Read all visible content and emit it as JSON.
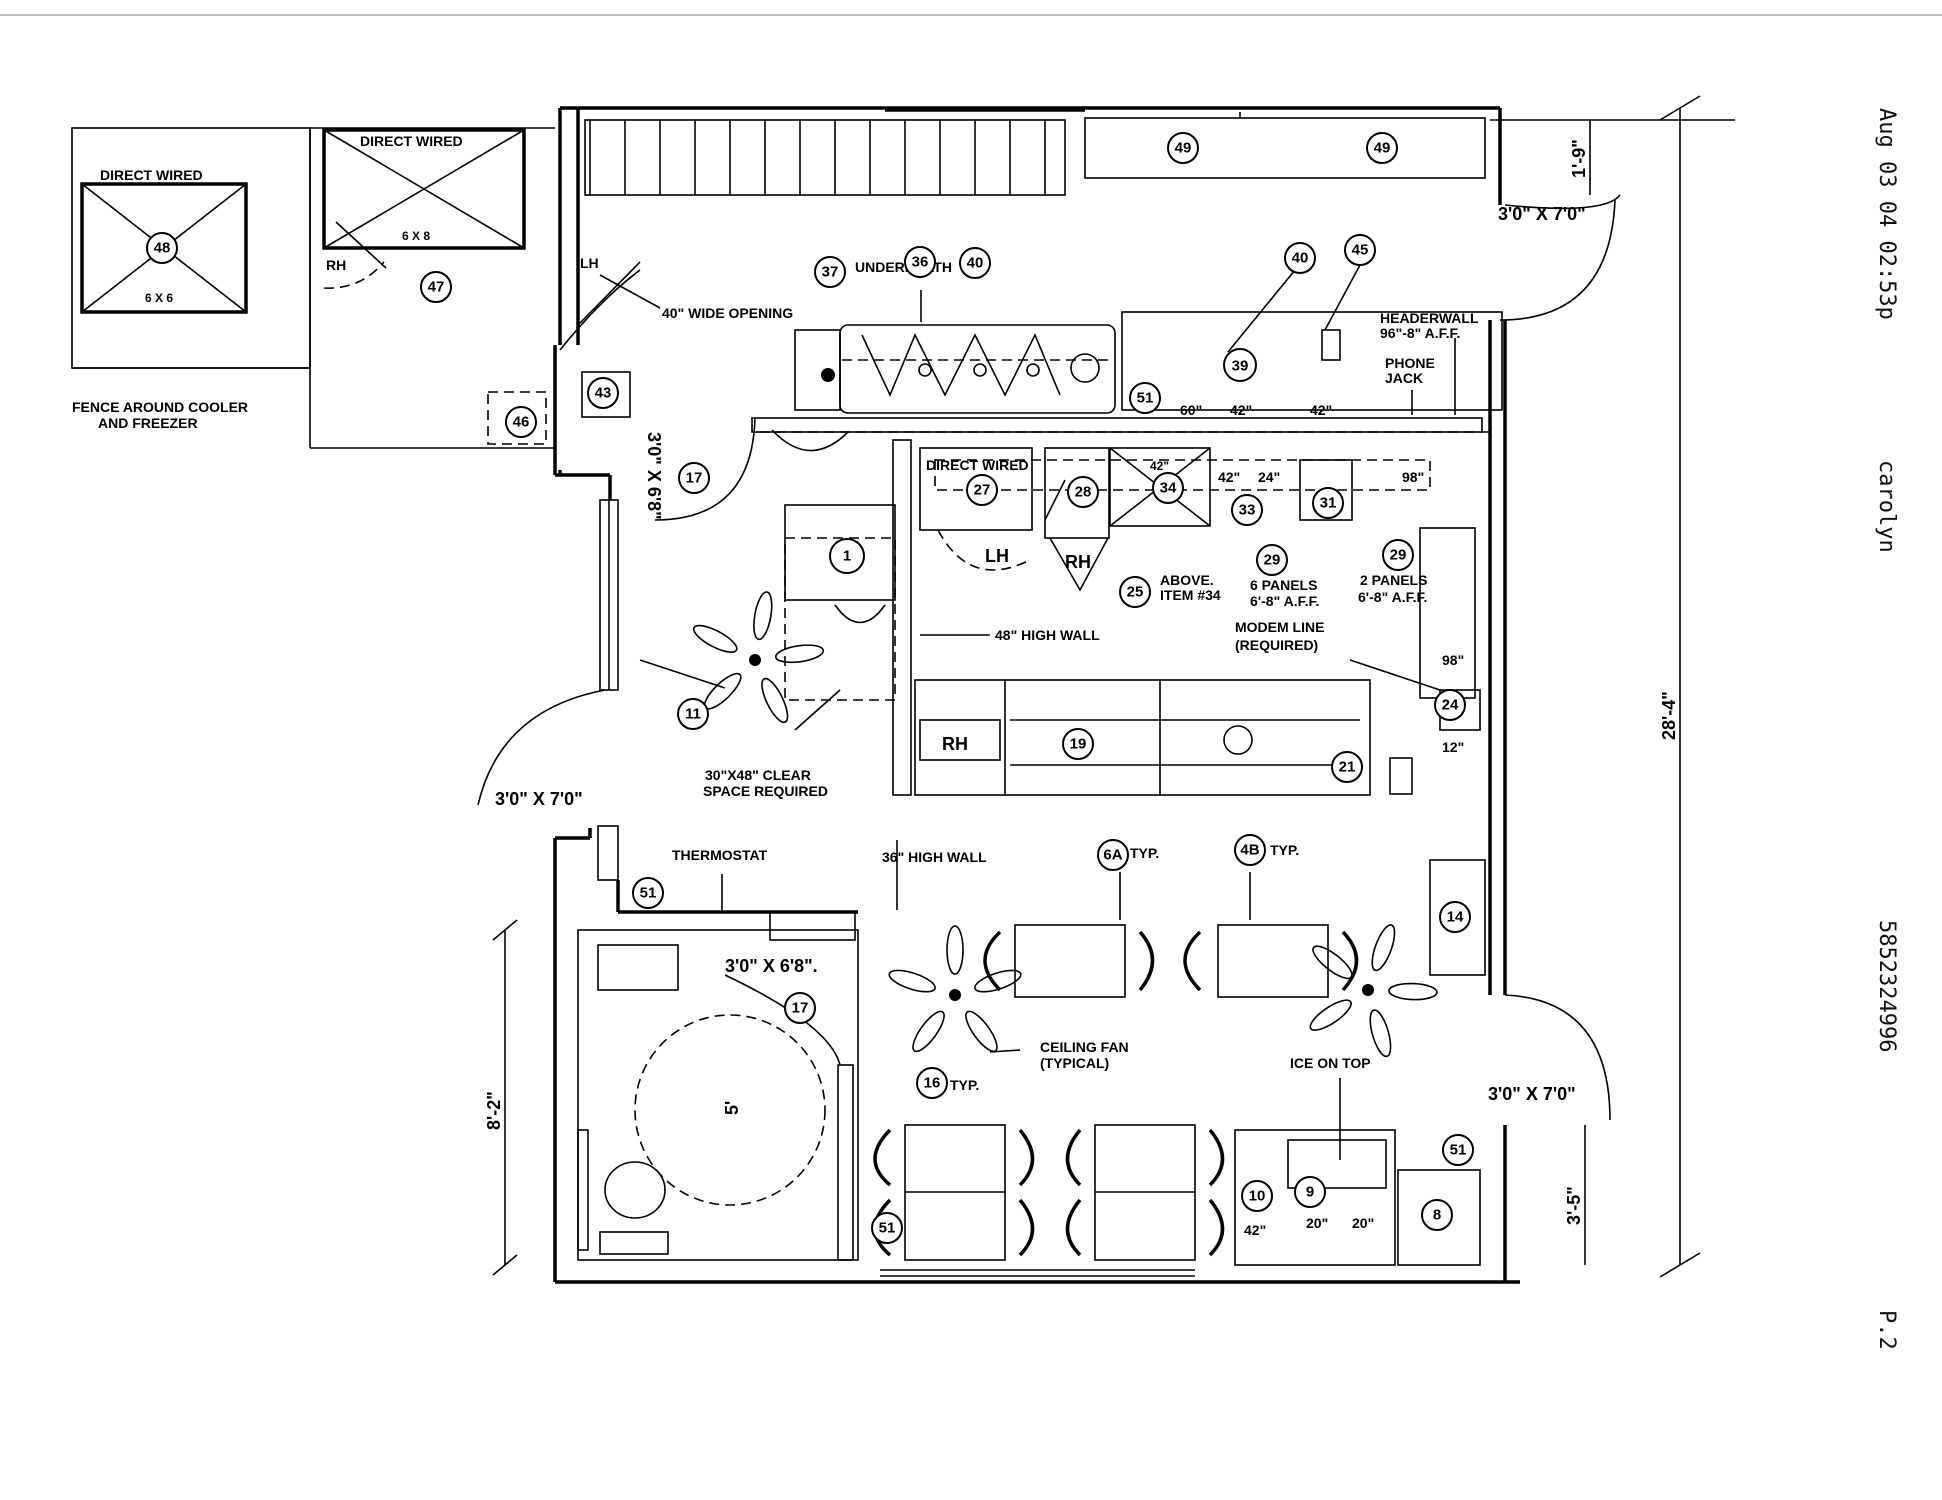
{
  "fax_header": {
    "datetime": "Aug 03 04 02:53p",
    "sender": "carolyn",
    "phone": "5852324996",
    "page": "P.2"
  },
  "labels": {
    "direct_wired_1": "DIRECT WIRED",
    "direct_wired_2": "DIRECT WIRED",
    "direct_wired_3": "DIRECT WIRED",
    "size_6x6": "6 X 6",
    "size_8x8": "6 X 8",
    "rh_walkin": "RH",
    "lh_door": "LH",
    "wide_opening": "40\" WIDE OPENING",
    "fence": "FENCE AROUND COOLER",
    "fence_2": "AND FREEZER",
    "underneath": "UNDERNEATH",
    "door_top_right": "3'0\" X 7'0\"",
    "door_left_vertical": "3'0\" X 6'8\"",
    "door_left": "3'0\" X 7'0\"",
    "door_restroom": "3'0\" X 6'8\".",
    "door_right": "3'0\" X 7'0\"",
    "headerwall": "HEADERWALL",
    "headerwall_2": "96\"-8\" A.F.F.",
    "phone_jack": "PHONE",
    "phone_jack_2": "JACK",
    "h60": "60\"",
    "h42a": "42\"",
    "h42b": "42\"",
    "h42c": "42\"",
    "h42d": "42\"",
    "h98a": "98\"",
    "h98b": "98\"",
    "h12": "12\"",
    "h24": "24\"",
    "h20a": "20\"",
    "h20b": "20\"",
    "h42e": "42\"",
    "lh_cab": "LH",
    "rh_cab": "RH",
    "rh_counter": "RH",
    "above_item": "ABOVE.",
    "above_item_2": "ITEM #34",
    "panels6": "6 PANELS",
    "panels6_2": "6'-8\" A.F.F.",
    "panels2": "2 PANELS",
    "panels2_2": "6'-8\" A.F.F.",
    "modem": "MODEM LINE",
    "modem_2": "(REQUIRED)",
    "high_wall_48": "48\" HIGH WALL",
    "high_wall_36": "36\" HIGH WALL",
    "clear_space": "30\"X48\" CLEAR",
    "clear_space_2": "SPACE REQUIRED",
    "thermostat": "THERMOSTAT",
    "typ_6a": "TYP.",
    "typ_4b": "TYP.",
    "typ_16": "TYP.",
    "ceiling_fan": "CEILING FAN",
    "ceiling_fan_2": "(TYPICAL)",
    "ice_on_top": "ICE ON TOP",
    "turn_5": "5'",
    "dim_28_4": "28'-4\"",
    "dim_1_9": "1'-9\"",
    "dim_8_2": "8'-2\"",
    "dim_3_5": "3'-5\""
  },
  "tags": {
    "t48": "48",
    "t47": "47",
    "t46": "46",
    "t43": "43",
    "t17a": "17",
    "t37": "37",
    "t36": "36",
    "t40a": "40",
    "t40b": "40",
    "t45": "45",
    "t39": "39",
    "t51a": "51",
    "t49a": "49",
    "t49b": "49",
    "t1": "1",
    "t27": "27",
    "t28": "28",
    "t34": "34",
    "t33": "33",
    "t31": "31",
    "t29a": "29",
    "t29b": "29",
    "t25": "25",
    "t11": "11",
    "t19": "19",
    "t21": "21",
    "t24": "24",
    "t51b": "51",
    "t6a": "6A",
    "t4b": "4B",
    "t14": "14",
    "t17b": "17",
    "t16": "16",
    "t51c": "51",
    "t51d": "51",
    "t10": "10",
    "t9": "9",
    "t8": "8"
  }
}
